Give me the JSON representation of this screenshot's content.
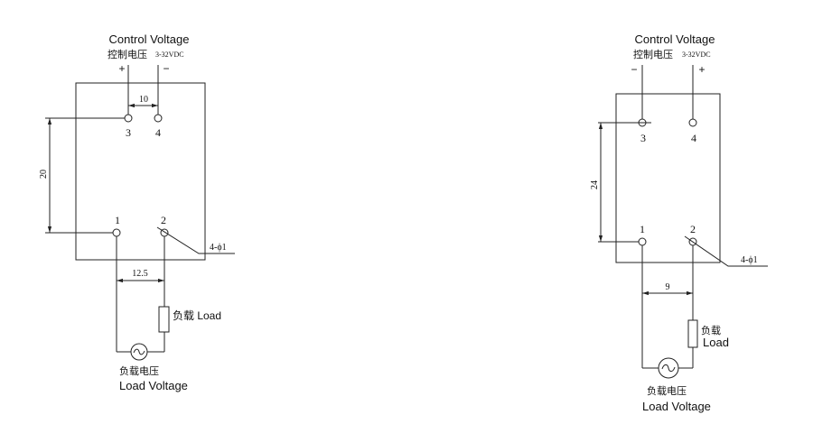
{
  "left_diagram": {
    "control_title": "Control Voltage",
    "control_cn": "控制电压",
    "control_range": "3-32VDC",
    "plus": "+",
    "minus": "−",
    "dim_top": "10",
    "dim_side": "20",
    "dim_bottom": "12.5",
    "terminals": [
      "1",
      "2",
      "3",
      "4"
    ],
    "holes": "4-ϕ1",
    "load_label": "负载 Load",
    "load_voltage_cn": "负载电压",
    "load_voltage_en": "Load Voltage"
  },
  "right_diagram": {
    "control_title": "Control Voltage",
    "control_cn": "控制电压",
    "control_range": "3-32VDC",
    "minus": "−",
    "plus": "+",
    "dim_side": "24",
    "dim_bottom": "9",
    "terminals": [
      "1",
      "2",
      "3",
      "4"
    ],
    "holes": "4-ϕ1",
    "load_cn": "负载",
    "load_en": "Load",
    "load_voltage_cn": "负载电压",
    "load_voltage_en": "Load Voltage"
  }
}
